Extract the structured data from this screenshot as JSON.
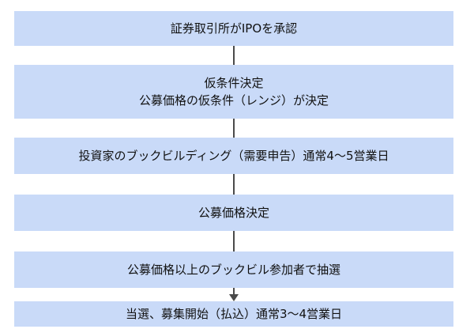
{
  "flow": {
    "steps": [
      {
        "lines": [
          "証券取引所がIPOを承認"
        ]
      },
      {
        "lines": [
          "仮条件決定",
          "公募価格の仮条件（レンジ）が決定"
        ]
      },
      {
        "lines": [
          "投資家のブックビルディング（需要申告）通常4〜5営業日"
        ]
      },
      {
        "lines": [
          "公募価格決定"
        ]
      },
      {
        "lines": [
          "公募価格以上のブックビル参加者で抽選"
        ]
      },
      {
        "lines": [
          "当選、募集開始（払込）通常3〜4営業日"
        ]
      }
    ],
    "colors": {
      "box_fill": "#c9daf8",
      "connector": "#4a4a4a"
    }
  }
}
